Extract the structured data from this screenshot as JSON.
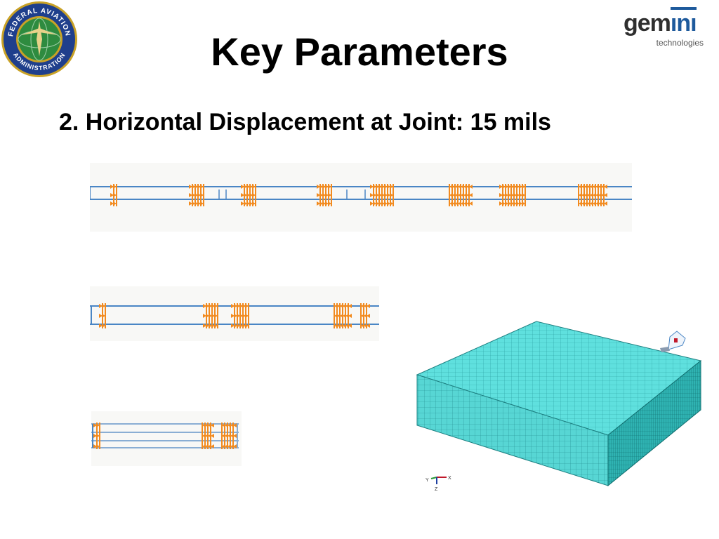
{
  "slide": {
    "title": "Key Parameters",
    "subtitle": "2. Horizontal Displacement at Joint: 15 mils"
  },
  "seal": {
    "text_top": "FEDERAL AVIATION",
    "text_bottom": "ADMINISTRATION",
    "colors": {
      "ring": "#1f3f8c",
      "gold": "#c9a227",
      "globe": "#2e8b3f"
    }
  },
  "logo": {
    "word_prefix": "gem",
    "word_suffix": "ını",
    "tagline": "technologies",
    "colors": {
      "prefix": "#2f2f2f",
      "suffix": "#1e5a9c"
    }
  },
  "figures": {
    "colors": {
      "beam": "#4a86c5",
      "arrows": "#f28a1e",
      "mesh": "#5fe0de",
      "mesh_dark": "#2a9fa0"
    },
    "triad": {
      "x_label": "X",
      "y_label": "Y",
      "z_label": "Z"
    }
  }
}
